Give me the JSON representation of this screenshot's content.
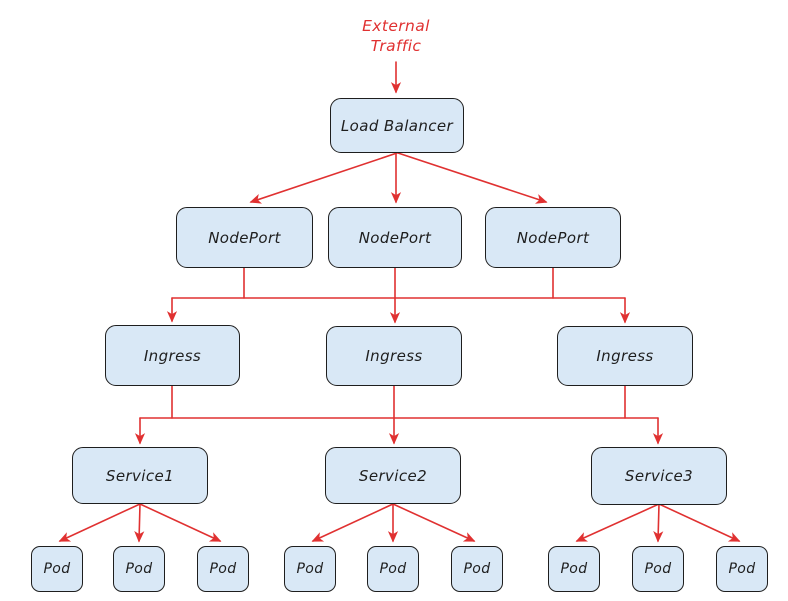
{
  "external_traffic": {
    "line1": "External",
    "line2": "Traffic"
  },
  "nodes": {
    "load_balancer": {
      "label": "Load Balancer"
    },
    "nodeports": [
      {
        "label": "NodePort"
      },
      {
        "label": "NodePort"
      },
      {
        "label": "NodePort"
      }
    ],
    "ingresses": [
      {
        "label": "Ingress"
      },
      {
        "label": "Ingress"
      },
      {
        "label": "Ingress"
      }
    ],
    "services": [
      {
        "label": "Service1"
      },
      {
        "label": "Service2"
      },
      {
        "label": "Service3"
      }
    ],
    "pods": [
      {
        "label": "Pod"
      },
      {
        "label": "Pod"
      },
      {
        "label": "Pod"
      },
      {
        "label": "Pod"
      },
      {
        "label": "Pod"
      },
      {
        "label": "Pod"
      },
      {
        "label": "Pod"
      },
      {
        "label": "Pod"
      },
      {
        "label": "Pod"
      }
    ]
  },
  "colors": {
    "arrow": "#e03131",
    "node_fill": "#d9e8f6",
    "node_border": "#1e1e1e",
    "label_text": "#1e1e1e",
    "background": "#ffffff"
  }
}
